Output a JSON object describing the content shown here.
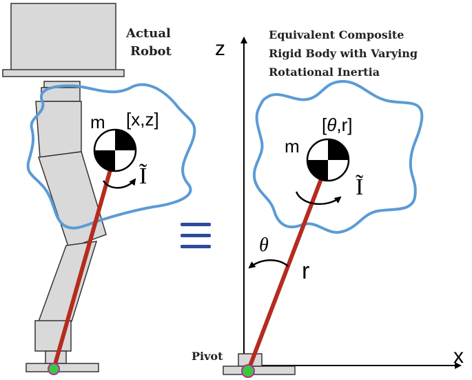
{
  "left_panel": {
    "title_line1": "Actual",
    "title_line2": "Robot",
    "mass_label": "m",
    "position_label": "[x,z]",
    "inertia_label": "Ĩ"
  },
  "equivalence_symbol": "≡",
  "right_panel": {
    "title_line1": "Equivalent Composite",
    "title_line2": "Rigid Body with Varying",
    "title_line3": "Rotational Inertia",
    "mass_label": "m",
    "coord_open": "[",
    "coord_theta": "θ",
    "coord_rest": ",r]",
    "inertia_label": "Ĩ",
    "angle_label": "θ",
    "length_label": "r",
    "z_axis_label": "z",
    "x_axis_label": "x",
    "pivot_label": "Pivot"
  },
  "colors": {
    "robot_fill": "#d9d9d9",
    "robot_stroke": "#333333",
    "blob_stroke": "#5b9bd5",
    "rod": "#b52b1e",
    "pivot_fill": "#3cc83c",
    "pivot_stroke": "#b02aa0",
    "equivalence": "#2e4a9e"
  }
}
